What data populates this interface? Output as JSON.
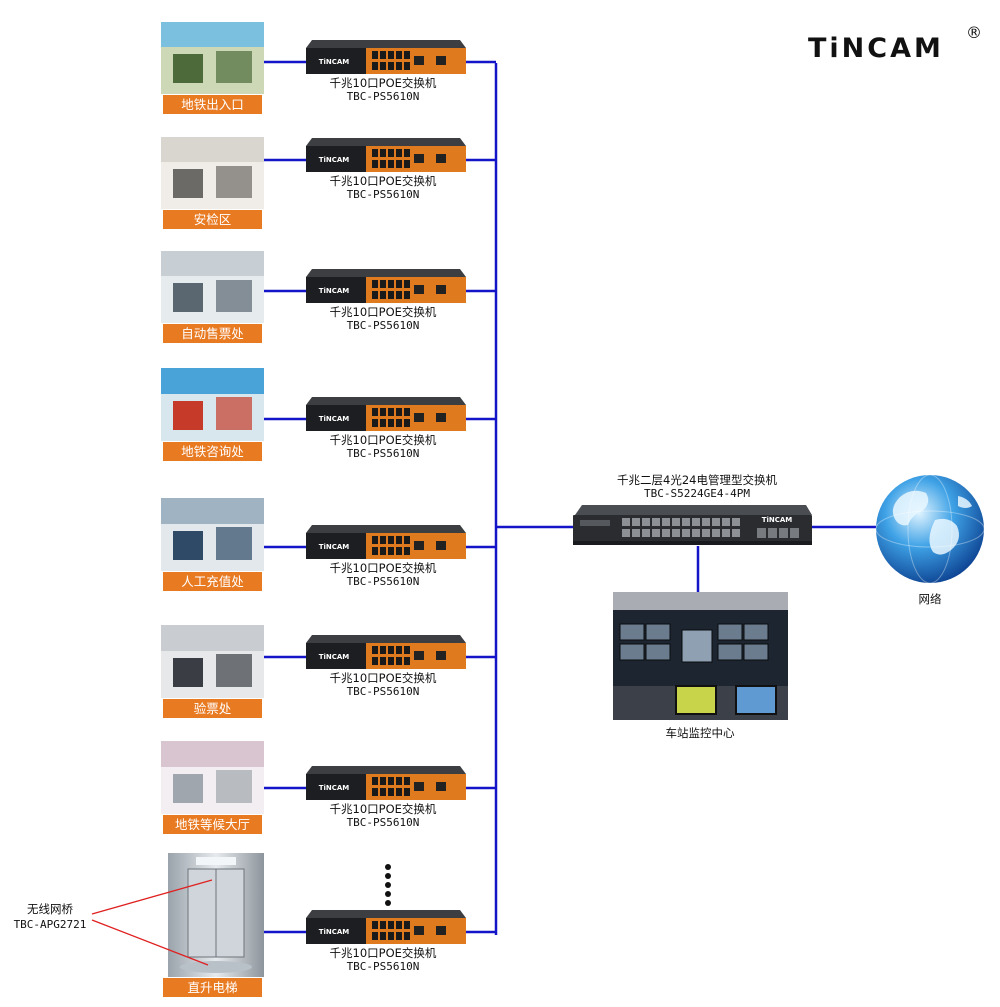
{
  "brand": {
    "logo_text": "TiNCAM",
    "registered_mark": "®"
  },
  "locations": [
    {
      "label": "地铁出入口"
    },
    {
      "label": "安检区"
    },
    {
      "label": "自动售票处"
    },
    {
      "label": "地铁咨询处"
    },
    {
      "label": "人工充值处"
    },
    {
      "label": "验票处"
    },
    {
      "label": "地铁等候大厅"
    },
    {
      "label": "直升电梯"
    }
  ],
  "access_switch": {
    "name": "千兆10口POE交换机",
    "model": "TBC-PS5610N",
    "badge": "TiNCAM"
  },
  "core_switch": {
    "name": "千兆二层4光24电管理型交换机",
    "model": "TBC-S5224GE4-4PM",
    "badge": "TiNCAM"
  },
  "monitor_center": {
    "label": "车站监控中心"
  },
  "network": {
    "label": "网络"
  },
  "wireless_bridge": {
    "name": "无线网桥",
    "model": "TBC-APG2721"
  },
  "colors": {
    "link": "#1414c8",
    "label_bg": "#e87a22",
    "switch_front": "#e07a1e",
    "bridge_line": "#e02020"
  }
}
